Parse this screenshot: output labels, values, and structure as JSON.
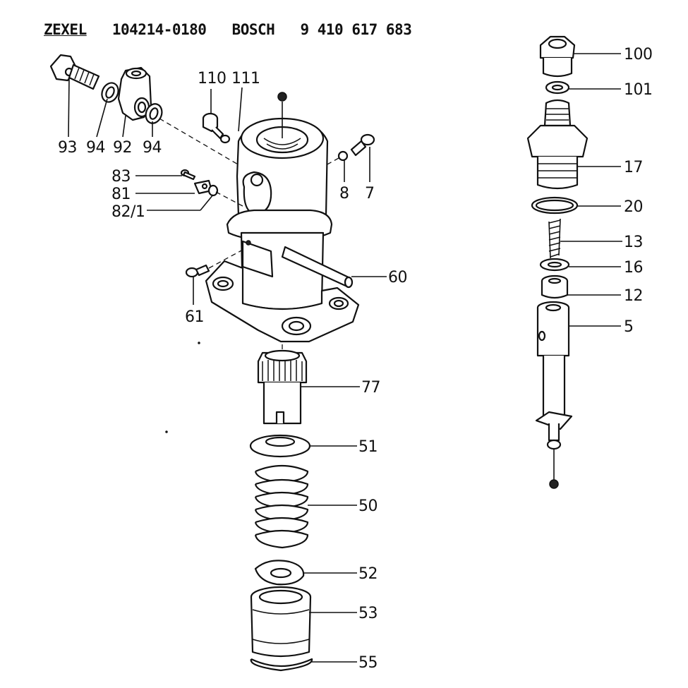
{
  "header": {
    "brand1": "ZEXEL",
    "code1": "104214-0180",
    "brand2": "BOSCH",
    "code2": "9 410 617 683"
  },
  "labels": {
    "l93": "93",
    "l94a": "94",
    "l92": "92",
    "l94b": "94",
    "l110": "110",
    "l111": "111",
    "l83": "83",
    "l81": "81",
    "l82": "82/1",
    "l8": "8",
    "l7": "7",
    "l60": "60",
    "l61": "61",
    "l77": "77",
    "l51": "51",
    "l50": "50",
    "l52": "52",
    "l53": "53",
    "l55": "55",
    "l100": "100",
    "l101": "101",
    "l17": "17",
    "l20": "20",
    "l13": "13",
    "l16": "16",
    "l12": "12",
    "l5": "5"
  }
}
